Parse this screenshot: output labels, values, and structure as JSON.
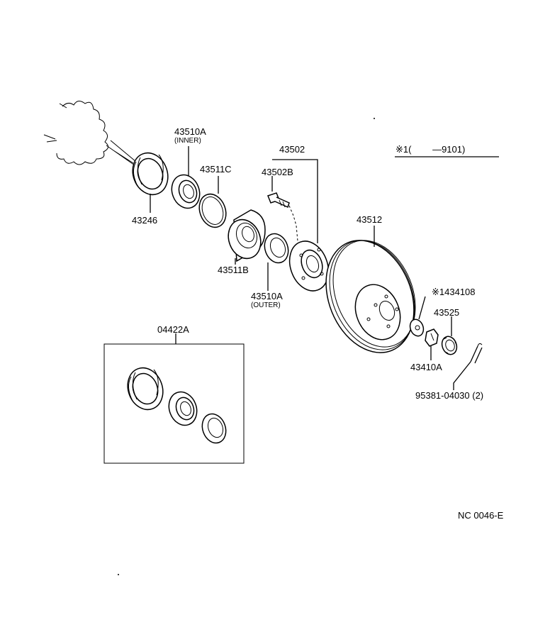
{
  "labels": {
    "p43510a_inner": "43510A",
    "p43510a_inner_note": "(INNER)",
    "p43511c": "43511C",
    "p43246": "43246",
    "p43502": "43502",
    "p43502b": "43502B",
    "p43511b": "43511B",
    "p43510a_outer": "43510A",
    "p43510a_outer_note": "(OUTER)",
    "p43512": "43512",
    "p434108": "※1434108",
    "p43525": "43525",
    "p43410a": "43410A",
    "p95381": "95381-04030 (2)",
    "p04422a": "04422A",
    "note_applicability": "※1(　　 —9101)",
    "diagram_code": "NC 0046-E"
  }
}
